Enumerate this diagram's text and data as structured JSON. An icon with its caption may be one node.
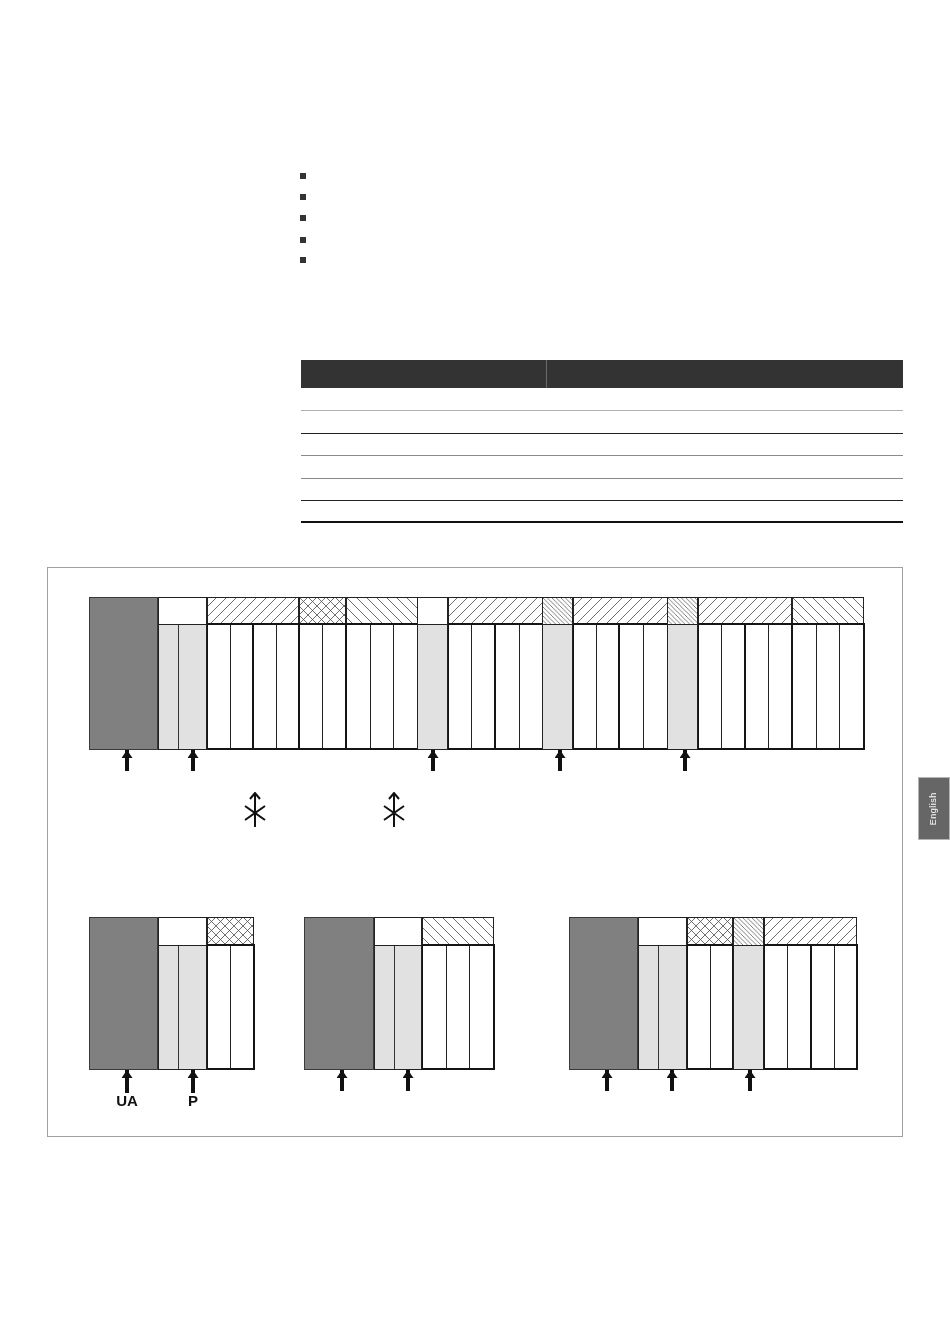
{
  "diagram": {
    "nodes": [
      {
        "text": [],
        "shape": "box"
      },
      {
        "text": [],
        "shape": "box"
      },
      {
        "text": [],
        "shape": "box"
      },
      {
        "text": [],
        "shape": "box"
      },
      {
        "text": [],
        "shape": "box"
      },
      {
        "text": [],
        "shape": "box"
      },
      {
        "text": [],
        "shape": "box"
      },
      {
        "text": [],
        "shape": "box"
      },
      {
        "text": [],
        "shape": "box"
      },
      {
        "text": [],
        "shape": "box"
      },
      {
        "text": [],
        "shape": "box"
      },
      {
        "text": [],
        "shape": "box"
      },
      {
        "text": [
          "UA"
        ]
      },
      {
        "text": [
          "P"
        ]
      }
    ],
    "edges": [
      {
        "from": null,
        "to": 0,
        "arrow": "to"
      },
      {
        "from": null,
        "to": 1,
        "arrow": "to"
      },
      {
        "from": null,
        "to": 2,
        "arrow": "to"
      },
      {
        "from": null,
        "to": 3,
        "arrow": "to"
      },
      {
        "from": null,
        "to": 4,
        "arrow": "to"
      },
      {
        "from": 12,
        "to": 5,
        "arrow": "to"
      },
      {
        "from": 13,
        "to": 6,
        "arrow": "to"
      },
      {
        "from": null,
        "to": 7,
        "arrow": "to"
      },
      {
        "from": null,
        "to": 8,
        "arrow": "to"
      },
      {
        "from": null,
        "to": 9,
        "arrow": "to"
      },
      {
        "from": null,
        "to": 10,
        "arrow": "to"
      },
      {
        "from": null,
        "to": 11,
        "arrow": "to"
      }
    ],
    "labels": [
      "English"
    ]
  }
}
